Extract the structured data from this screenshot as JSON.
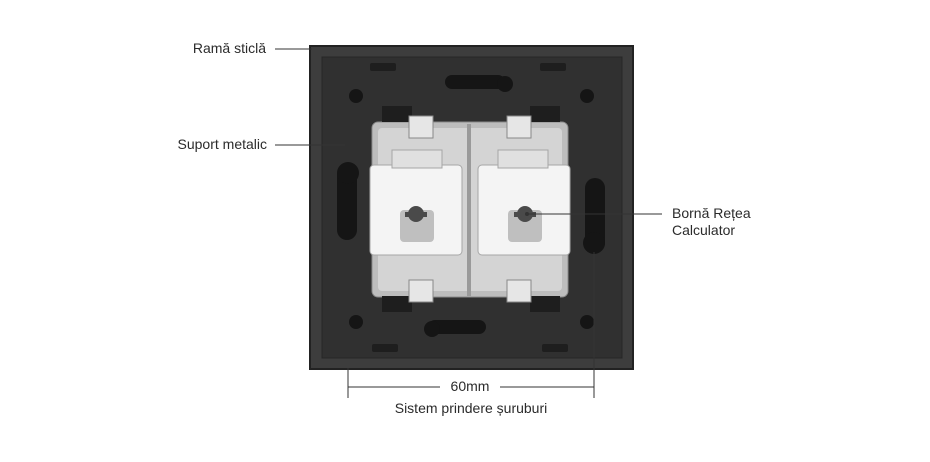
{
  "labels": {
    "glass_frame": "Ramă sticlă",
    "metal_support": "Suport metalic",
    "network_socket_line1": "Bornă Rețea",
    "network_socket_line2": "Calculator",
    "dimension": "60mm",
    "screw_system": "Sistem prindere șuruburi"
  },
  "colors": {
    "frame": "#3a3a3a",
    "plate": "#333333",
    "module": "#cfcfcf",
    "connector": "#f2f2f2",
    "leader": "#333333"
  }
}
